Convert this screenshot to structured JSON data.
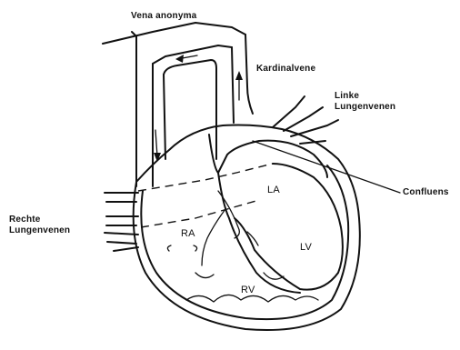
{
  "labels": {
    "vena_anonyma": "Vena anonyma",
    "kardinalvene": "Kardinalvene",
    "linke_lungenvenen": "Linke\nLungenvenen",
    "confluens": "Confluens",
    "rechte_lungenvenen": "Rechte\nLungenvenen",
    "la": "LA",
    "ra": "RA",
    "lv": "LV",
    "rv": "RV"
  }
}
